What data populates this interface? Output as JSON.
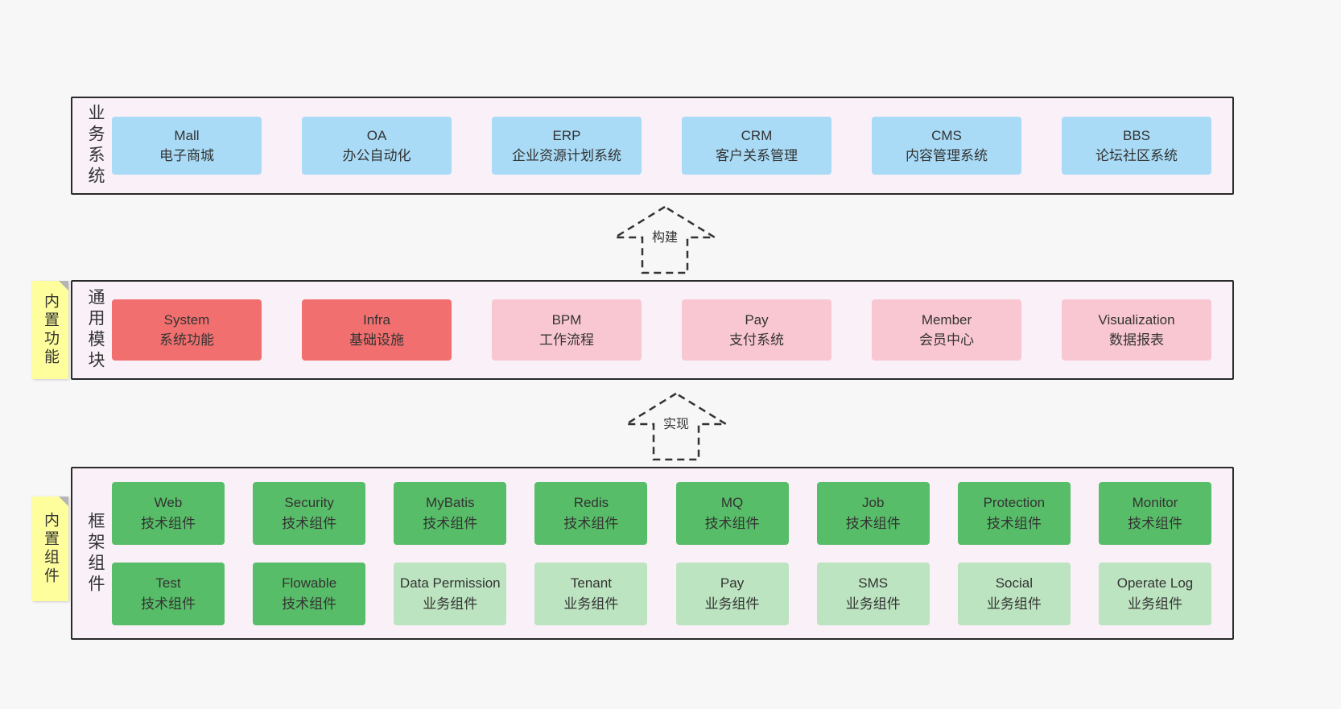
{
  "colors": {
    "page-bg": "#f7f7f7",
    "band-bg": "#f9f0f8",
    "band-border": "#2a2a2a",
    "blue": "#a9dbf6",
    "red": "#f1706f",
    "pink": "#f9c7d1",
    "green": "#58bd68",
    "light-green": "#bce4c0",
    "sticky-yellow": "#feff9c",
    "text": "#333333"
  },
  "bands": {
    "business": {
      "label": "业务系统",
      "boxes": [
        {
          "title": "Mall",
          "subtitle": "电子商城",
          "variant": "blue"
        },
        {
          "title": "OA",
          "subtitle": "办公自动化",
          "variant": "blue"
        },
        {
          "title": "ERP",
          "subtitle": "企业资源计划系统",
          "variant": "blue"
        },
        {
          "title": "CRM",
          "subtitle": "客户关系管理",
          "variant": "blue"
        },
        {
          "title": "CMS",
          "subtitle": "内容管理系统",
          "variant": "blue"
        },
        {
          "title": "BBS",
          "subtitle": "论坛社区系统",
          "variant": "blue"
        }
      ]
    },
    "modules": {
      "label": "通用模块",
      "sticky": "内置功能",
      "boxes": [
        {
          "title": "System",
          "subtitle": "系统功能",
          "variant": "red"
        },
        {
          "title": "Infra",
          "subtitle": "基础设施",
          "variant": "red"
        },
        {
          "title": "BPM",
          "subtitle": "工作流程",
          "variant": "pink"
        },
        {
          "title": "Pay",
          "subtitle": "支付系统",
          "variant": "pink"
        },
        {
          "title": "Member",
          "subtitle": "会员中心",
          "variant": "pink"
        },
        {
          "title": "Visualization",
          "subtitle": "数据报表",
          "variant": "pink"
        }
      ]
    },
    "components": {
      "label": "框架组件",
      "sticky": "内置组件",
      "rows": [
        [
          {
            "title": "Web",
            "subtitle": "技术组件",
            "variant": "green"
          },
          {
            "title": "Security",
            "subtitle": "技术组件",
            "variant": "green"
          },
          {
            "title": "MyBatis",
            "subtitle": "技术组件",
            "variant": "green"
          },
          {
            "title": "Redis",
            "subtitle": "技术组件",
            "variant": "green"
          },
          {
            "title": "MQ",
            "subtitle": "技术组件",
            "variant": "green"
          },
          {
            "title": "Job",
            "subtitle": "技术组件",
            "variant": "green"
          },
          {
            "title": "Protection",
            "subtitle": "技术组件",
            "variant": "green"
          },
          {
            "title": "Monitor",
            "subtitle": "技术组件",
            "variant": "green"
          }
        ],
        [
          {
            "title": "Test",
            "subtitle": "技术组件",
            "variant": "green"
          },
          {
            "title": "Flowable",
            "subtitle": "技术组件",
            "variant": "green"
          },
          {
            "title": "Data Permission",
            "subtitle": "业务组件",
            "variant": "light-green"
          },
          {
            "title": "Tenant",
            "subtitle": "业务组件",
            "variant": "light-green"
          },
          {
            "title": "Pay",
            "subtitle": "业务组件",
            "variant": "light-green"
          },
          {
            "title": "SMS",
            "subtitle": "业务组件",
            "variant": "light-green"
          },
          {
            "title": "Social",
            "subtitle": "业务组件",
            "variant": "light-green"
          },
          {
            "title": "Operate Log",
            "subtitle": "业务组件",
            "variant": "light-green"
          }
        ]
      ]
    }
  },
  "arrows": {
    "build": {
      "label": "构建"
    },
    "implement": {
      "label": "实现"
    }
  }
}
